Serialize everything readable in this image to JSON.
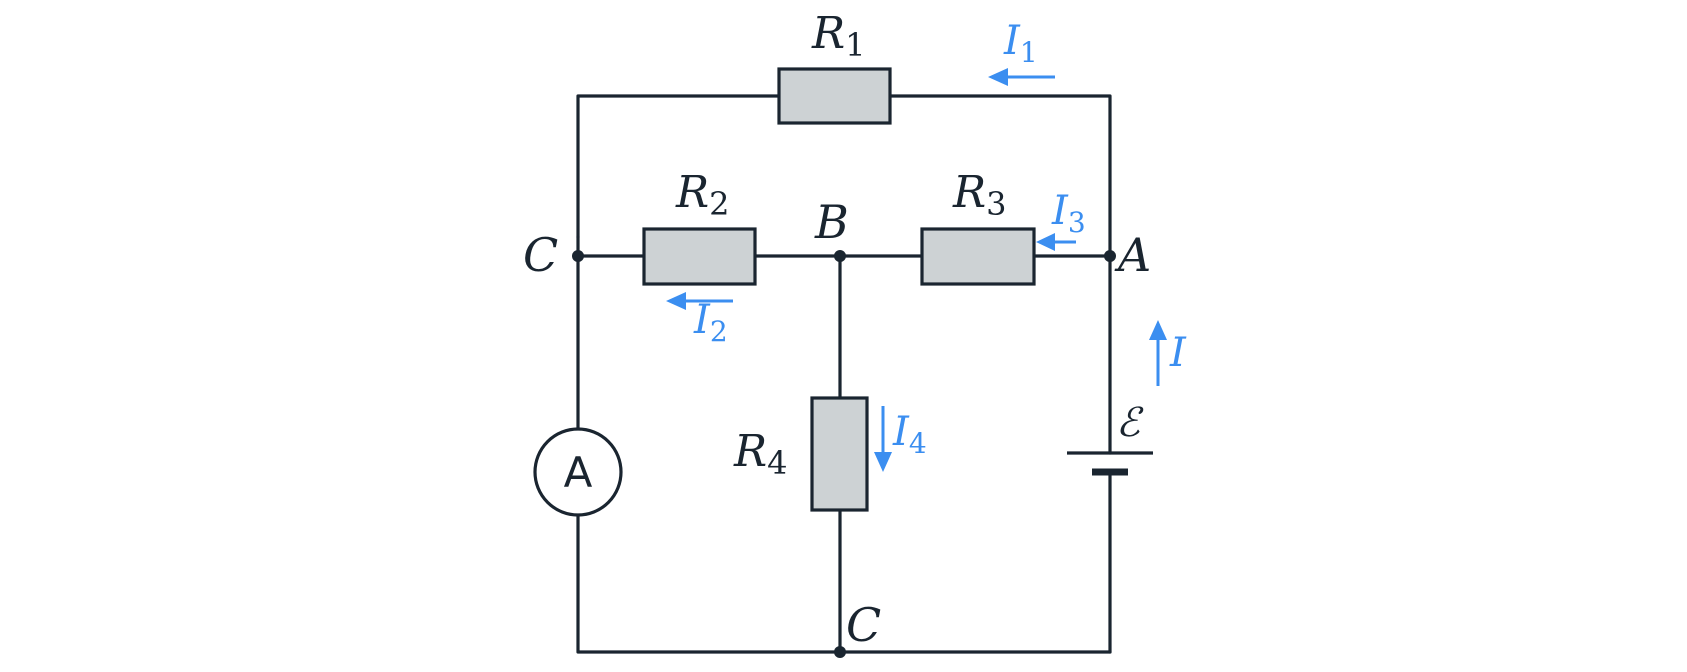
{
  "resistors": {
    "r1": {
      "label": "R",
      "sub": "1"
    },
    "r2": {
      "label": "R",
      "sub": "2"
    },
    "r3": {
      "label": "R",
      "sub": "3"
    },
    "r4": {
      "label": "R",
      "sub": "4"
    }
  },
  "nodes": {
    "a": "A",
    "b": "B",
    "c_left": "C",
    "c_bottom": "C"
  },
  "currents": {
    "i1": {
      "label": "I",
      "sub": "1"
    },
    "i2": {
      "label": "I",
      "sub": "2"
    },
    "i3": {
      "label": "I",
      "sub": "3"
    },
    "i4": {
      "label": "I",
      "sub": "4"
    },
    "i": {
      "label": "I"
    }
  },
  "ammeter": {
    "label": "A"
  },
  "battery": {
    "label": "ℰ"
  },
  "colors": {
    "current": "#3b8ef0",
    "wire": "#1a2530",
    "resistor_fill": "#cdd2d4"
  }
}
